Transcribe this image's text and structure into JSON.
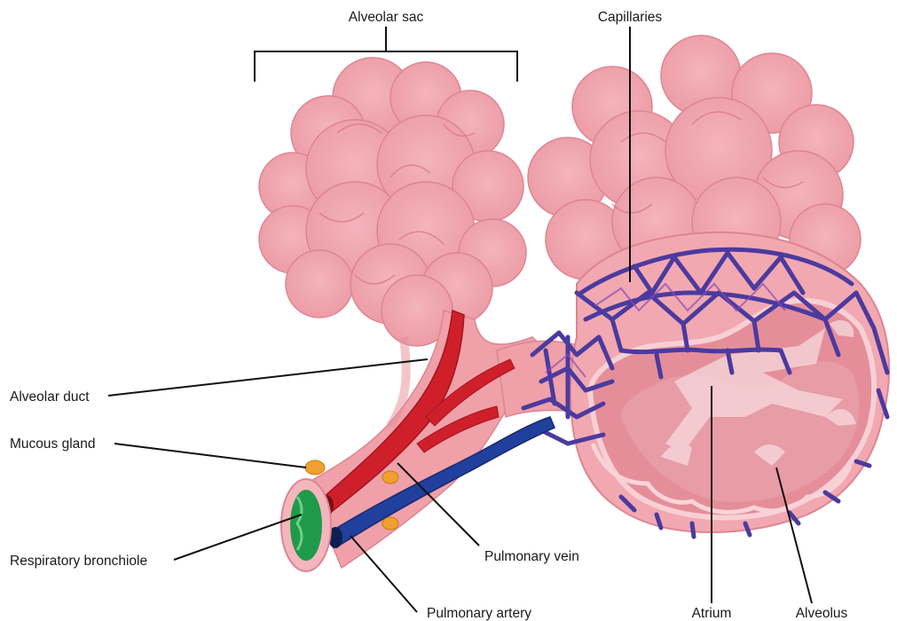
{
  "labels": {
    "alveolar_sac": "Alveolar sac",
    "capillaries": "Capillaries",
    "alveolar_duct": "Alveolar duct",
    "mucous_gland": "Mucous gland",
    "respiratory_bronchiole": "Respiratory bronchiole",
    "pulmonary_vein": "Pulmonary vein",
    "pulmonary_artery": "Pulmonary artery",
    "atrium": "Atrium",
    "alveolus": "Alveolus"
  },
  "colors": {
    "tissue": "#f0a0a8",
    "tissue_dark": "#e07f8c",
    "tissue_outline": "#d9707e",
    "vein": "#d0202c",
    "artery": "#1f3f9a",
    "capillary": "#5a3fa0",
    "gland": "#f0a030",
    "bronchiole_lumen": "#2aa050",
    "leader_line": "#111111"
  }
}
